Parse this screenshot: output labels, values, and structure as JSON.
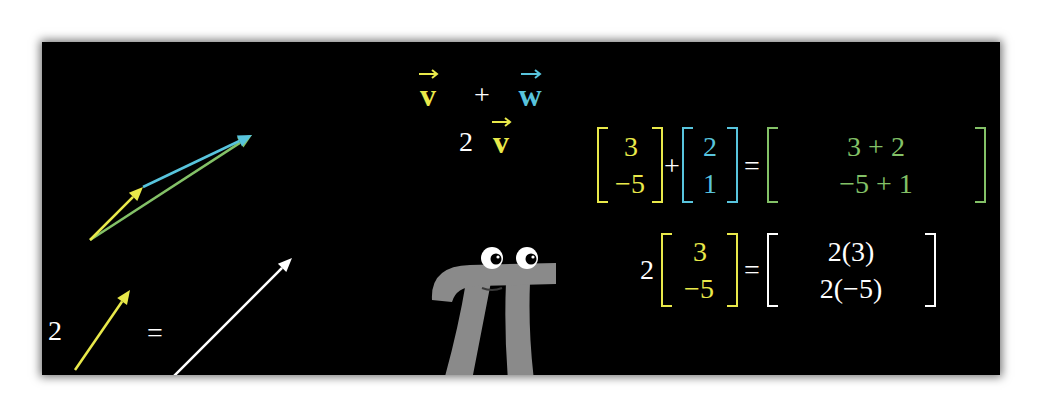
{
  "diagram": {
    "labels": [
      "v",
      "+",
      "w",
      "2",
      "v",
      "3",
      "−5",
      "+",
      "2",
      "1",
      "=",
      "3 + 2",
      "−5 + 1",
      "2",
      "3",
      "−5",
      "=",
      "2(3)",
      "2(−5)",
      "2",
      "="
    ]
  }
}
